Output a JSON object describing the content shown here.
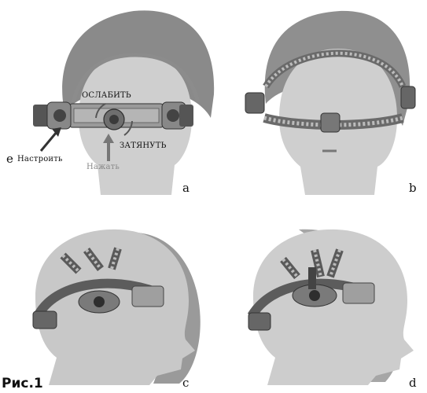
{
  "figure": {
    "caption": "Рис.1",
    "panels": [
      {
        "letter": "a",
        "labels": {
          "loosen": "ОСЛАБИТЬ",
          "tighten": "ЗАТЯНУТЬ",
          "adjust": "Настроить",
          "press": "Нажать"
        },
        "side_letter": "e"
      },
      {
        "letter": "b"
      },
      {
        "letter": "c"
      },
      {
        "letter": "d"
      }
    ]
  }
}
